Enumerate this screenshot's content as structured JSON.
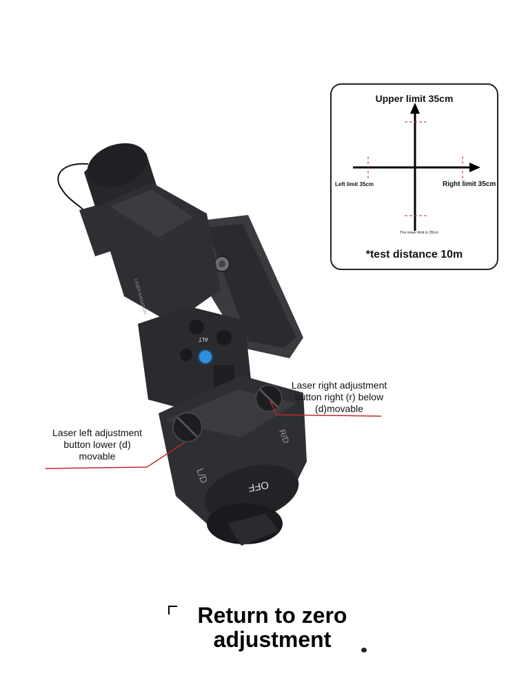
{
  "diagram": {
    "upper_limit": "Upper limit 35cm",
    "left_limit": "Left limit 35cm",
    "right_limit": "Right limit 35cm",
    "lower_limit": "The lower limit is 35cm",
    "test_distance": "*test distance 10m"
  },
  "callouts": {
    "right": "Laser right adjustment button right (r) below (d)movable",
    "left": "Laser left adjustment button lower (d) movable"
  },
  "device_markings": {
    "off": "OFF",
    "alt": "ALT"
  },
  "title": "Return to zero adjustment",
  "colors": {
    "accent_red": "#c0282d",
    "device_body": "#2e2f33",
    "knob_blue": "#2f8fd8"
  }
}
